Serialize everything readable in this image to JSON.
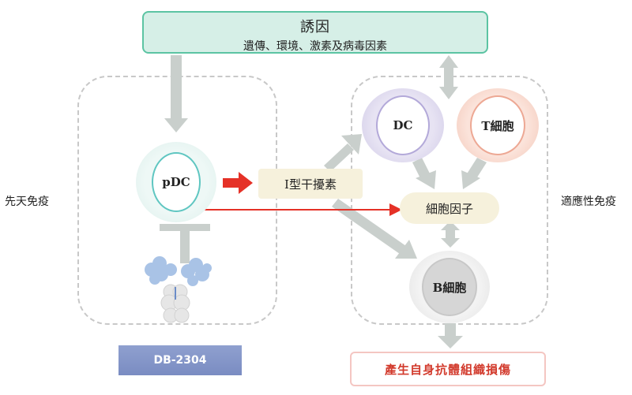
{
  "trigger": {
    "title": "誘因",
    "subtitle": "遺傳、環境、激素及病毒因素"
  },
  "innate_label": "先天免疫",
  "adaptive_label": "適應性免疫",
  "cells": {
    "pdc": "pDC",
    "dc": "DC",
    "tcell": "T細胞",
    "bcell": "B細胞"
  },
  "interferon_label": "I型干擾素",
  "cytokine_label": "細胞因子",
  "drug_label": "DB-2304",
  "outcome_label": "產生自身抗體組織損傷",
  "colors": {
    "arrow_gray": "#c9cfcc",
    "arrow_red": "#e53127",
    "pdc_ring": "#5fc6c1",
    "dc_fill": "#ccc7e4",
    "tcell_fill": "#f4c9bb",
    "bcell_fill": "#dcdcdc",
    "drug_fill": "#8a9bcb"
  }
}
